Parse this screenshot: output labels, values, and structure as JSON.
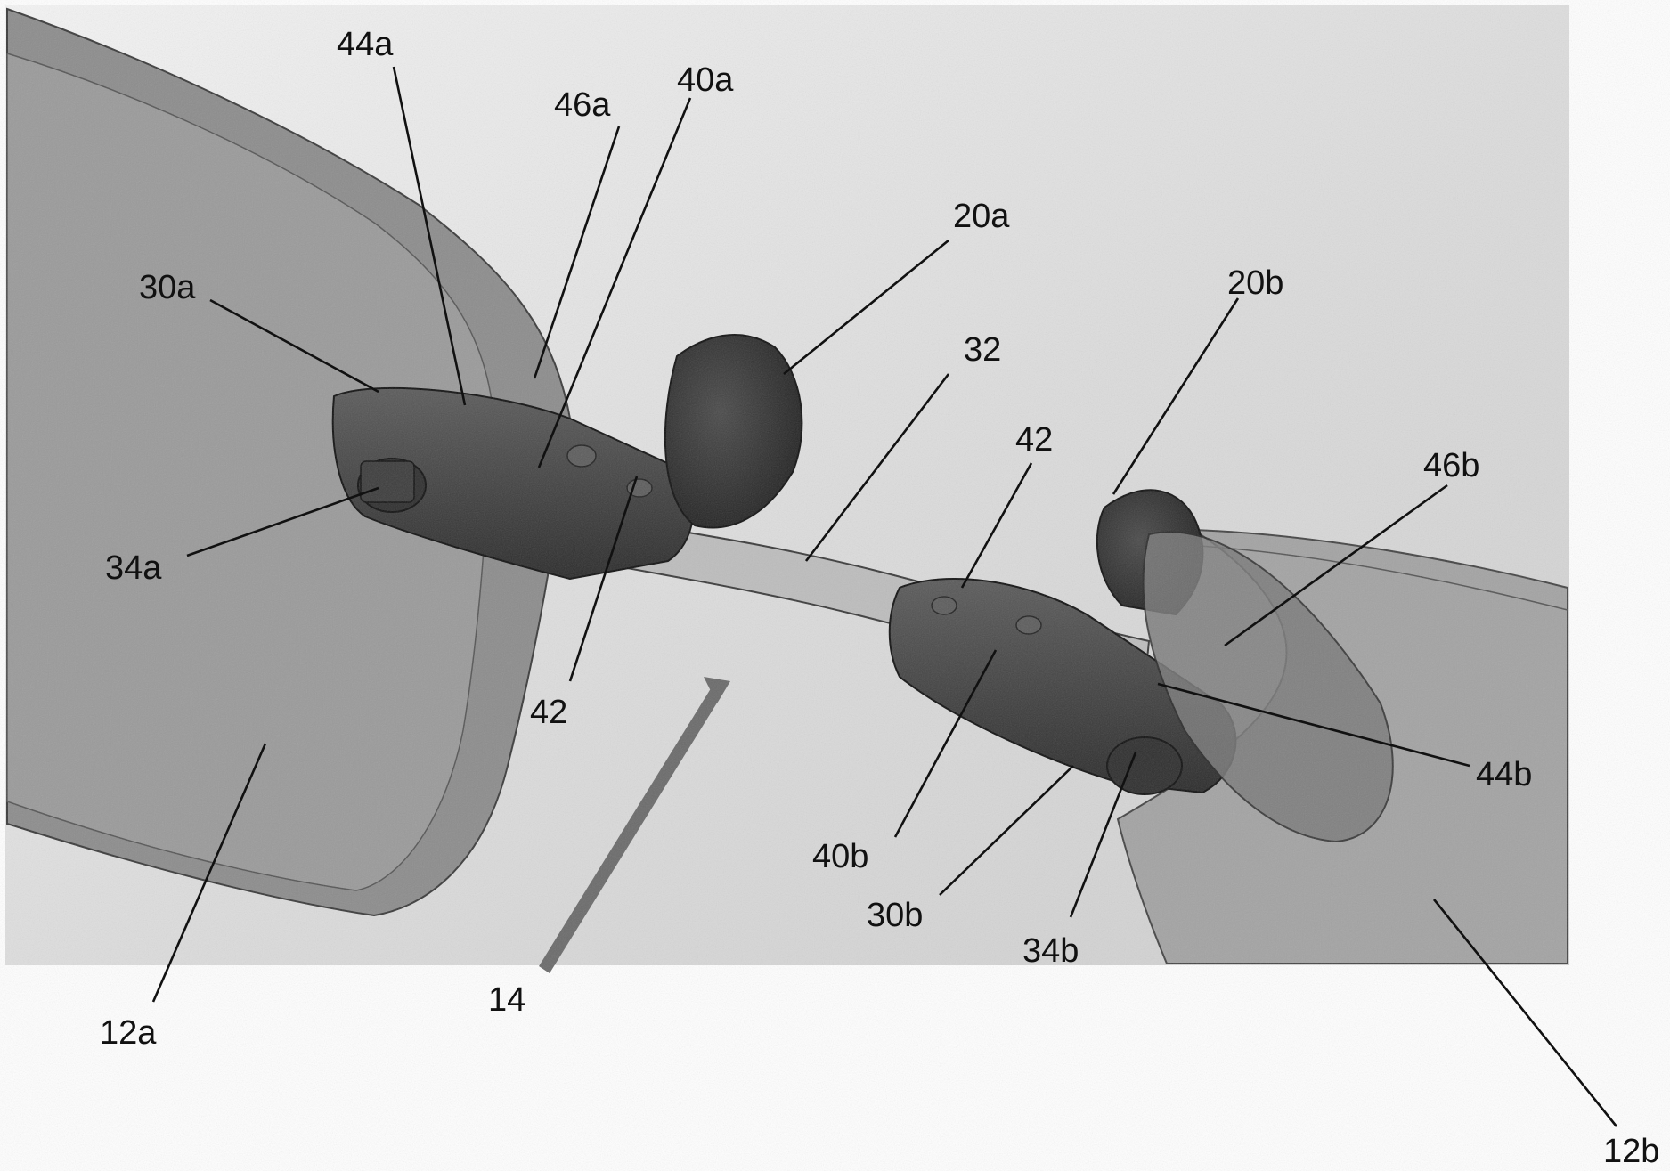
{
  "figure": {
    "description_visible": false,
    "labels": [
      {
        "id": "44a",
        "text": "44a"
      },
      {
        "id": "40a",
        "text": "40a"
      },
      {
        "id": "46a",
        "text": "46a"
      },
      {
        "id": "20a",
        "text": "20a"
      },
      {
        "id": "30a",
        "text": "30a"
      },
      {
        "id": "20b",
        "text": "20b"
      },
      {
        "id": "32",
        "text": "32"
      },
      {
        "id": "42-right",
        "text": "42"
      },
      {
        "id": "46b",
        "text": "46b"
      },
      {
        "id": "34a",
        "text": "34a"
      },
      {
        "id": "42-left",
        "text": "42"
      },
      {
        "id": "44b",
        "text": "44b"
      },
      {
        "id": "40b",
        "text": "40b"
      },
      {
        "id": "30b",
        "text": "30b"
      },
      {
        "id": "34b",
        "text": "34b"
      },
      {
        "id": "14",
        "text": "14"
      },
      {
        "id": "12a",
        "text": "12a"
      },
      {
        "id": "12b",
        "text": "12b"
      }
    ]
  }
}
